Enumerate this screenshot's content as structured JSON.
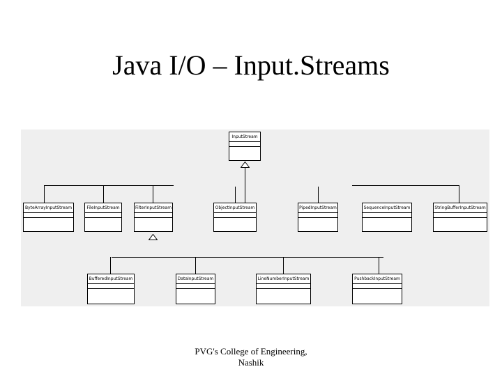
{
  "slide": {
    "title": "Java I/O – Input.Streams",
    "footer_line1": "PVG's College of Engineering,",
    "footer_line2": "Nashik"
  },
  "diagram": {
    "root": "InputStream",
    "level1": [
      "ByteArrayInputStream",
      "FileInputStream",
      "FilterInputStream",
      "ObjectInputStream",
      "PipedInputStream",
      "SequenceInputStream",
      "StringBufferInputStream"
    ],
    "level2_parent": "FilterInputStream",
    "level2": [
      "BufferedInputStream",
      "DataInputStream",
      "LineNumberInputStream",
      "PushbackInputStream"
    ]
  }
}
